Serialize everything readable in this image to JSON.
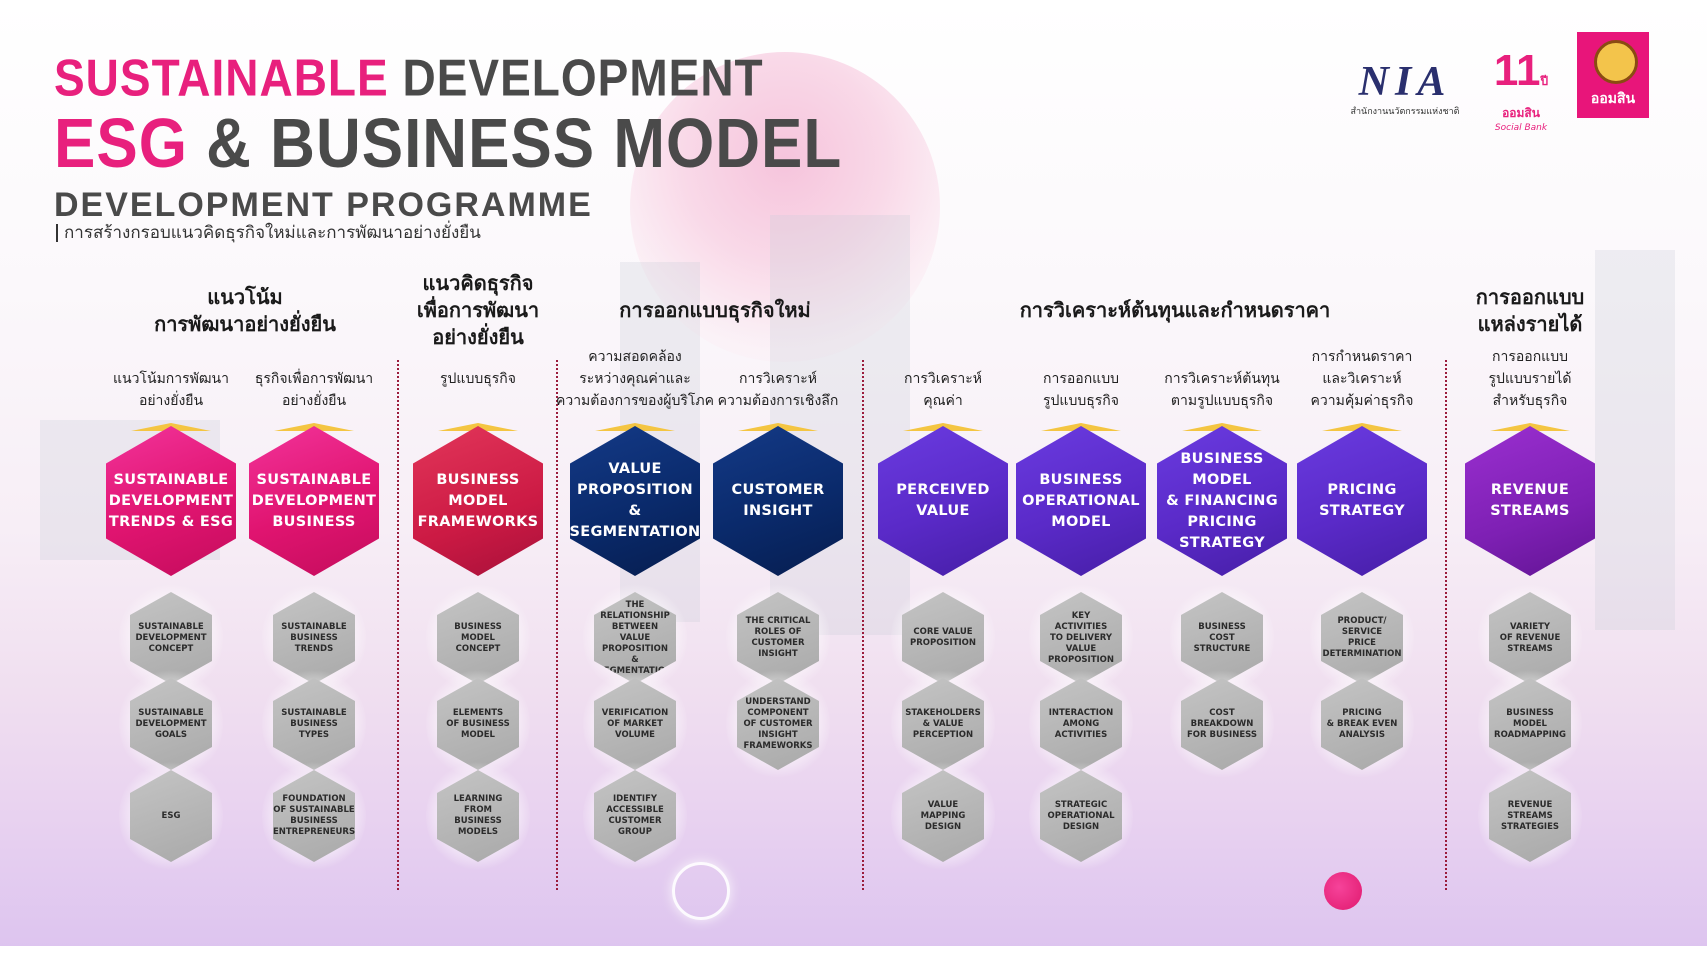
{
  "header": {
    "title_pink_1": "SUSTAINABLE",
    "title_gray_1": " DEVELOPMENT",
    "title_pink_2": "ESG",
    "title_gray_2": " & BUSINESS MODEL",
    "title_line_3": "DEVELOPMENT  PROGRAMME",
    "subtitle": "การสร้างกรอบแนวคิดธุรกิจใหม่และการพัฒนาอย่างยั่งยืน"
  },
  "logos": {
    "nia_mark": "NIA",
    "nia_caption": "สำนักงานนวัตกรรมแห่งชาติ",
    "anniv_number": "11",
    "anniv_year_suffix": "ปี",
    "anniv_brand": "ออมสิน",
    "anniv_tagline": "Social Bank",
    "gsb_text": "ออมสิน"
  },
  "colors": {
    "accent_pink": "#e8207d",
    "title_gray": "#4a4a4a",
    "hex_navy": "#0a2a6b",
    "hex_violet": "#5a2ac8",
    "hex_purple": "#7e20b4",
    "cap_gold": "#f4c542"
  },
  "categories": [
    {
      "title": "แนวโน้ม\nการพัฒนาอย่างยั่งยืน"
    },
    {
      "title": "แนวคิดธุรกิจ\nเพื่อการพัฒนา\nอย่างยั่งยืน"
    },
    {
      "title": "การออกแบบธุรกิจใหม่"
    },
    {
      "title": "การวิเคราะห์ต้นทุนและกำหนดราคา"
    },
    {
      "title": "การออกแบบ\nแหล่งรายได้"
    }
  ],
  "columns": [
    {
      "subtitle": "แนวโน้มการพัฒนา\nอย่างยั่งยืน",
      "hex": "SUSTAINABLE\nDEVELOPMENT\nTRENDS & ESG",
      "items": [
        "SUSTAINABLE\nDEVELOPMENT\nCONCEPT",
        "SUSTAINABLE\nDEVELOPMENT\nGOALS",
        "ESG"
      ]
    },
    {
      "subtitle": "ธุรกิจเพื่อการพัฒนา\nอย่างยั่งยืน",
      "hex": "SUSTAINABLE\nDEVELOPMENT\nBUSINESS",
      "items": [
        "SUSTAINABLE\nBUSINESS\nTRENDS",
        "SUSTAINABLE\nBUSINESS\nTYPES",
        "FOUNDATION\nOF SUSTAINABLE\nBUSINESS\nENTREPRENEURS"
      ]
    },
    {
      "subtitle": "รูปแบบธุรกิจ",
      "hex": "BUSINESS\nMODEL\nFRAMEWORKS",
      "items": [
        "BUSINESS\nMODEL\nCONCEPT",
        "ELEMENTS\nOF BUSINESS\nMODEL",
        "LEARNING\nFROM BUSINESS\nMODELS"
      ]
    },
    {
      "subtitle": "ความสอดคล้อง\nระหว่างคุณค่าและ\nความต้องการของผู้บริโภค",
      "hex": "VALUE\nPROPOSITION &\nSEGMENTATION",
      "items": [
        "THE RELATIONSHIP\nBETWEEN VALUE\nPROPOSITION &\nSEGMENTATION",
        "VERIFICATION\nOF MARKET\nVOLUME",
        "IDENTIFY\nACCESSIBLE\nCUSTOMER\nGROUP"
      ]
    },
    {
      "subtitle": "การวิเคราะห์\nความต้องการเชิงลึก",
      "hex": "CUSTOMER\nINSIGHT",
      "items": [
        "THE CRITICAL\nROLES OF\nCUSTOMER\nINSIGHT",
        "UNDERSTAND\nCOMPONENT\nOF CUSTOMER\nINSIGHT\nFRAMEWORKS"
      ]
    },
    {
      "subtitle": "การวิเคราะห์\nคุณค่า",
      "hex": "PERCEIVED\nVALUE",
      "items": [
        "CORE VALUE\nPROPOSITION",
        "STAKEHOLDERS\n& VALUE\nPERCEPTION",
        "VALUE\nMAPPING\nDESIGN"
      ]
    },
    {
      "subtitle": "การออกแบบ\nรูปแบบธุรกิจ",
      "hex": "BUSINESS\nOPERATIONAL\nMODEL",
      "items": [
        "KEY ACTIVITIES\nTO DELIVERY\nVALUE\nPROPOSITION",
        "INTERACTION\nAMONG\nACTIVITIES",
        "STRATEGIC\nOPERATIONAL\nDESIGN"
      ]
    },
    {
      "subtitle": "การวิเคราะห์ต้นทุน\nตามรูปแบบธุรกิจ",
      "hex": "BUSINESS MODEL\n& FINANCING\nPRICING STRATEGY",
      "items": [
        "BUSINESS\nCOST\nSTRUCTURE",
        "COST\nBREAKDOWN\nFOR BUSINESS"
      ]
    },
    {
      "subtitle": "การกำหนดราคา\nและวิเคราะห์\nความคุ้มค่าธุรกิจ",
      "hex": "PRICING\nSTRATEGY",
      "items": [
        "PRODUCT/\nSERVICE\nPRICE\nDETERMINATION",
        "PRICING\n& BREAK EVEN\nANALYSIS"
      ]
    },
    {
      "subtitle": "การออกแบบ\nรูปแบบรายได้\nสำหรับธุรกิจ",
      "hex": "REVENUE\nSTREAMS",
      "items": [
        "VARIETY\nOF REVENUE\nSTREAMS",
        "BUSINESS\nMODEL\nROADMAPPING",
        "REVENUE\nSTREAMS\nSTRATEGIES"
      ]
    }
  ]
}
